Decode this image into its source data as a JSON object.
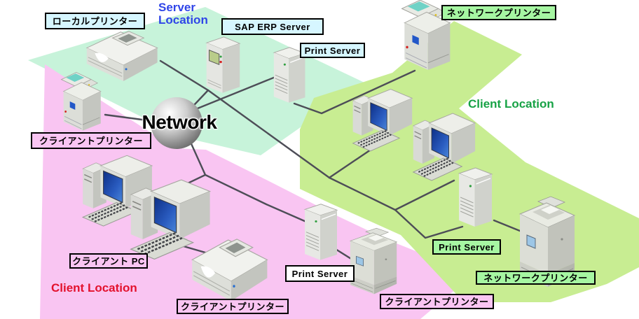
{
  "diagram": {
    "network_hub_label": "Network",
    "zones": {
      "server": {
        "title": "Server Location"
      },
      "client_left": {
        "title": "Client Location"
      },
      "client_right": {
        "title": "Client Location"
      }
    },
    "node_labels": {
      "local_printer": "ローカルプリンター",
      "sap_erp_server": "SAP ERP Server",
      "print_server_top": "Print Server",
      "network_printer_top": "ネットワークプリンター",
      "client_printer_left": "クライアントプリンター",
      "client_pc": "クライアント PC",
      "client_printer_bottom": "クライアントプリンター",
      "print_server_bottom": "Print Server",
      "client_printer_bottom_right": "クライアントプリンター",
      "print_server_right": "Print Server",
      "network_printer_bottom_right": "ネットワークプリンター"
    },
    "devices": [
      {
        "id": "local-printer",
        "icon": "laser-printer-icon"
      },
      {
        "id": "client-copier-left",
        "icon": "copier-icon"
      },
      {
        "id": "sap-erp-server",
        "icon": "server-tower-icon"
      },
      {
        "id": "print-server-top",
        "icon": "tower-pc-icon"
      },
      {
        "id": "network-copier-top-right",
        "icon": "copier-icon"
      },
      {
        "id": "client-pc-right-1",
        "icon": "desktop-pc-icon"
      },
      {
        "id": "client-pc-right-2",
        "icon": "desktop-pc-icon"
      },
      {
        "id": "print-server-right",
        "icon": "tower-pc-icon"
      },
      {
        "id": "network-printer-right",
        "icon": "floor-printer-icon"
      },
      {
        "id": "client-pc-left-1",
        "icon": "desktop-pc-icon"
      },
      {
        "id": "client-pc-left-2",
        "icon": "desktop-pc-icon"
      },
      {
        "id": "client-printer-bottom",
        "icon": "laser-printer-icon"
      },
      {
        "id": "print-server-bottom",
        "icon": "tower-pc-icon"
      },
      {
        "id": "client-printer-bottom-right",
        "icon": "floor-printer-icon"
      }
    ],
    "colors": {
      "server_zone_fill": "#c7f3da",
      "client_left_zone_fill": "#f9c5f2",
      "client_right_zone_fill": "#c8ed92",
      "label_cyan": "#d6f6ff",
      "label_green": "#a6f6a2",
      "label_pink": "#f9c5f2",
      "label_white": "#ffffff",
      "server_title_color": "#2f45e8",
      "client_left_title_color": "#e3112d",
      "client_right_title_color": "#17a245",
      "cable_color": "#4d4d57"
    }
  }
}
